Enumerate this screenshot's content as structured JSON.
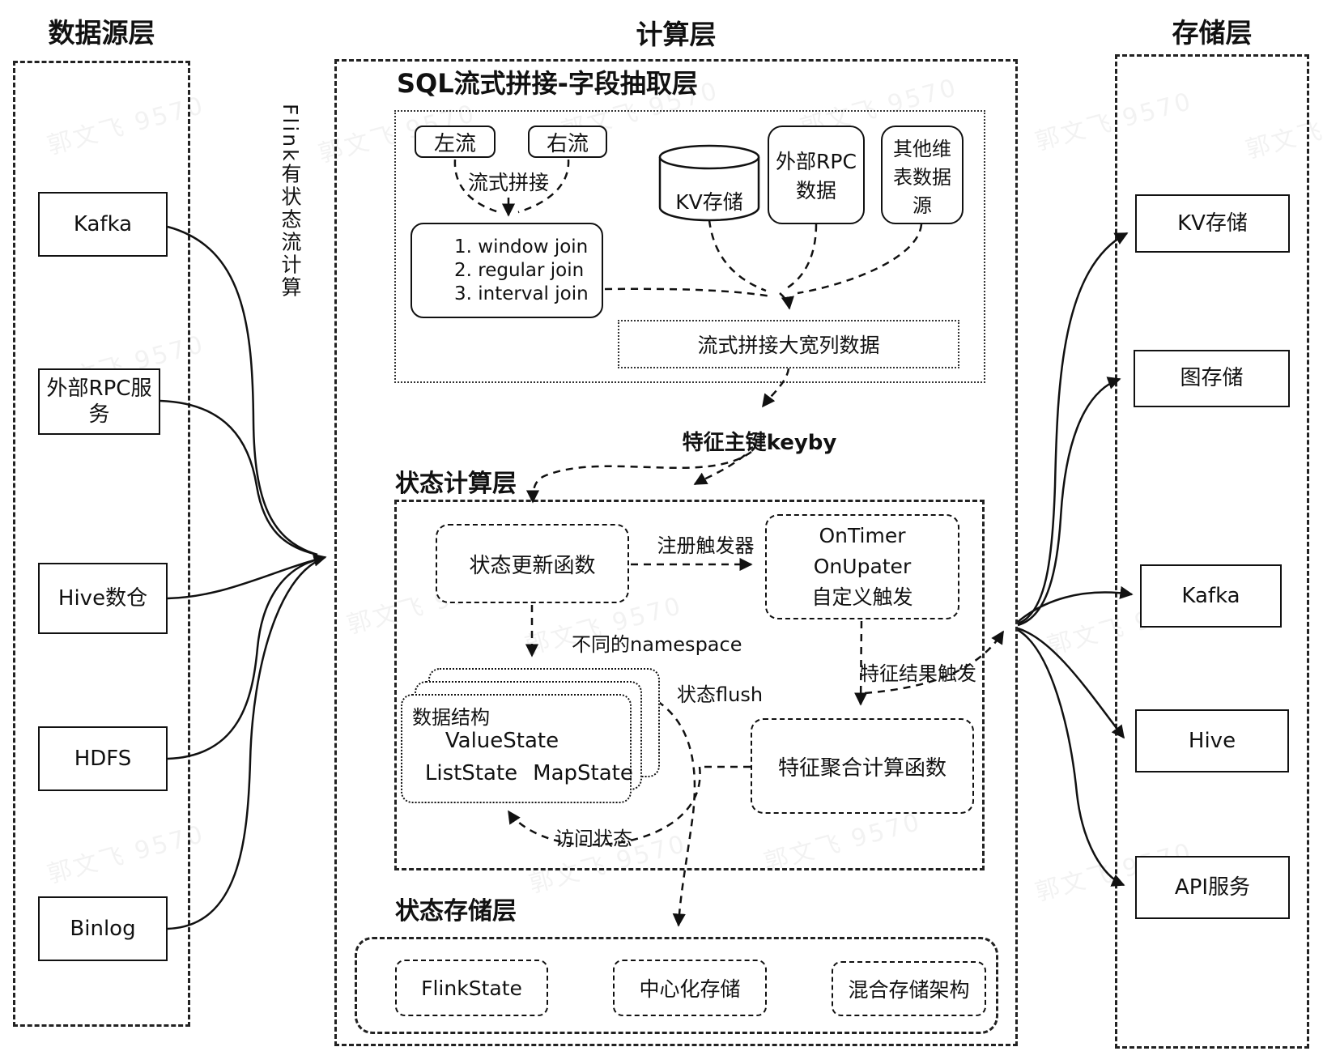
{
  "watermark": "郭文飞 9570",
  "headers": {
    "source": "数据源层",
    "compute": "计算层",
    "storage": "存储层"
  },
  "flink_label": "Flink有状态流计算",
  "source_nodes": [
    "Kafka",
    "外部RPC服务",
    "Hive数仓",
    "HDFS",
    "Binlog"
  ],
  "storage_nodes": [
    "KV存储",
    "图存储",
    "Kafka",
    "Hive",
    "API服务"
  ],
  "sql_layer": {
    "title": "SQL流式拼接-字段抽取层",
    "left_stream": "左流",
    "right_stream": "右流",
    "join_label": "流式拼接",
    "join_types": [
      "1. window join",
      "2. regular join",
      "3. interval join"
    ],
    "kv_store": "KV存储",
    "rpc_data": "外部RPC数据",
    "dim_source": "其他维表数据源",
    "wide_row": "流式拼接大宽列数据"
  },
  "keyby_label": "特征主键keyby",
  "state_layer": {
    "title": "状态计算层",
    "update_fn": "状态更新函数",
    "register_trigger": "注册触发器",
    "trigger_box": [
      "OnTimer",
      "OnUpater",
      "自定义触发"
    ],
    "namespace_label": "不同的namespace",
    "data_struct": "数据结构",
    "states": [
      "ValueState",
      "ListState",
      "MapState"
    ],
    "state_flush": "状态flush",
    "feature_trigger": "特征结果触发",
    "agg_fn": "特征聚合计算函数",
    "access_state": "访问状态"
  },
  "state_store": {
    "title": "状态存储层",
    "nodes": [
      "FlinkState",
      "中心化存储",
      "混合存储架构"
    ]
  }
}
